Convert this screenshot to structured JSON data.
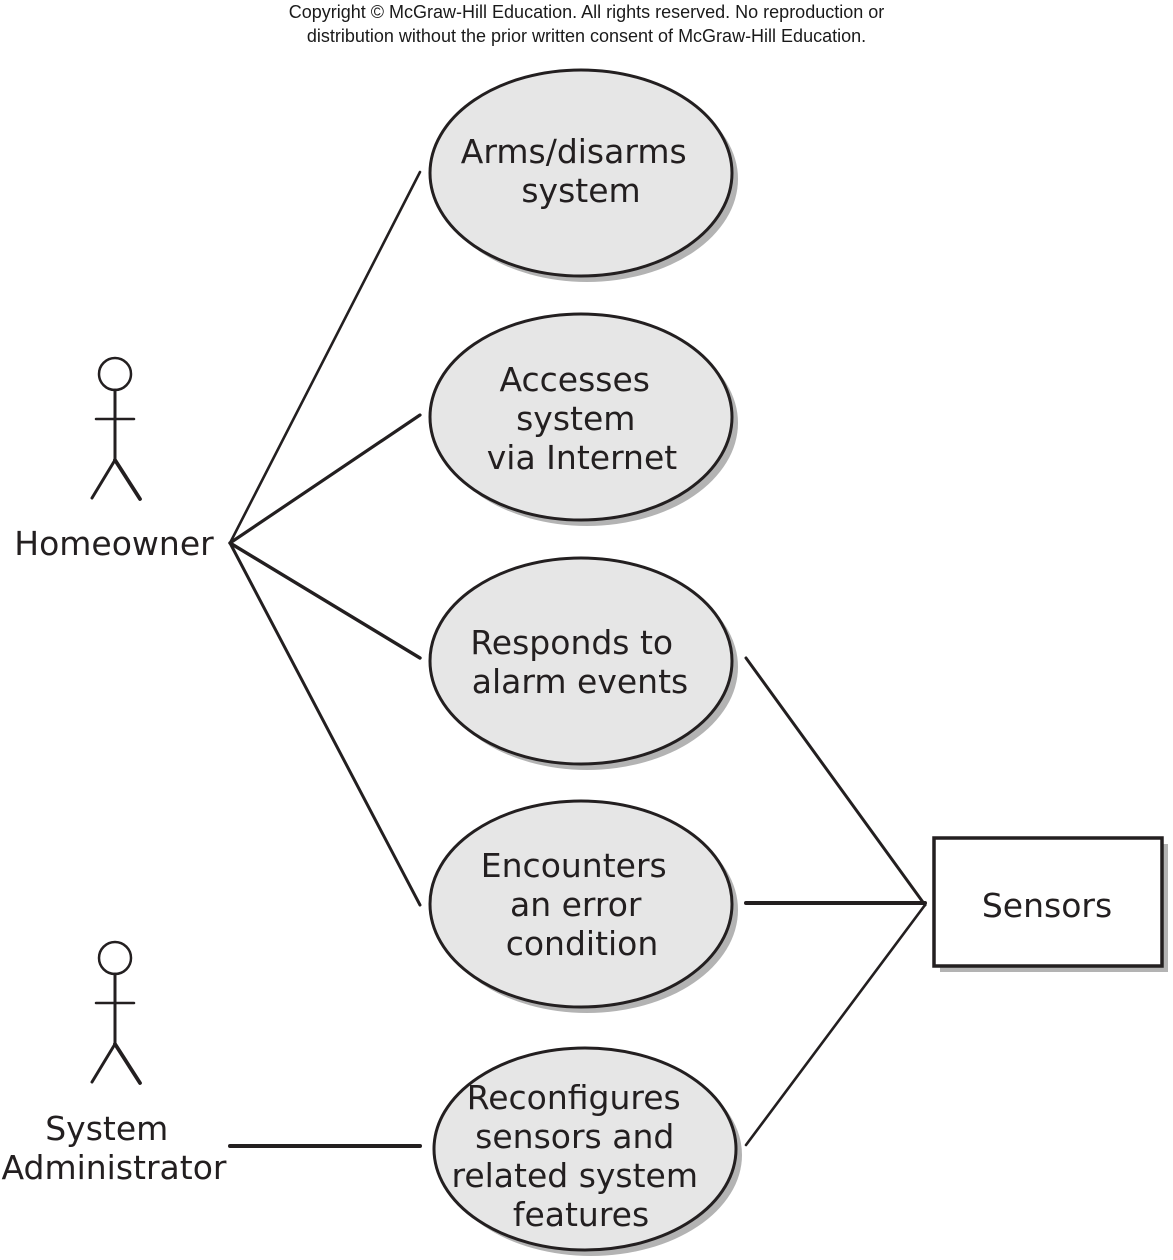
{
  "copyright": {
    "line1": "Copyright © McGraw-Hill Education. All rights reserved. No reproduction or",
    "line2": "distribution without the prior written consent of McGraw-Hill Education."
  },
  "actors": {
    "homeowner": {
      "label": "Homeowner"
    },
    "admin": {
      "label_line1": "System",
      "label_line2": "Administrator"
    }
  },
  "use_cases": {
    "arms": {
      "line1": "Arms/disarms",
      "line2": "system"
    },
    "access": {
      "line1": "Accesses",
      "line2": "system",
      "line3": "via Internet"
    },
    "responds": {
      "line1": "Responds to",
      "line2": "alarm events"
    },
    "error": {
      "line1": "Encounters",
      "line2": "an error",
      "line3": "condition"
    },
    "reconfig": {
      "line1": "Reconfigures",
      "line2": "sensors and",
      "line3": "related system",
      "line4": "features"
    }
  },
  "system_box": {
    "label": "Sensors"
  },
  "colors": {
    "ellipse_fill": "#e6e6e6",
    "stroke": "#231f20",
    "shadow": "#b3b3b3"
  }
}
